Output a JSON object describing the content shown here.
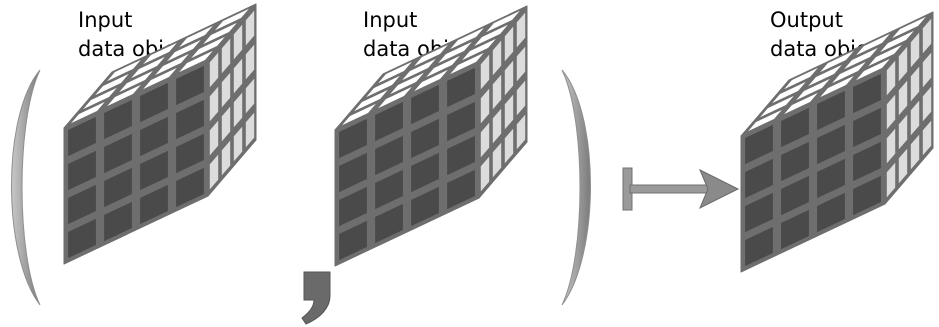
{
  "diagram": {
    "input_a": {
      "line1": "Input",
      "line2": "data object A"
    },
    "input_b": {
      "line1": "Input",
      "line2": "data object B"
    },
    "output_c": {
      "line1": "Output",
      "line2": "data object C"
    }
  },
  "colors": {
    "grid": "#6e6e6e",
    "top_face": "#ffffff",
    "front_face": "#4a4a4a",
    "side_face": "#dcdcdc",
    "bracket": "#9a9a9a",
    "arrow": "#8a8a8a"
  },
  "icons": [
    "cube-grid-icon",
    "left-paren-icon",
    "right-paren-icon",
    "comma-icon",
    "maps-to-arrow-icon"
  ]
}
